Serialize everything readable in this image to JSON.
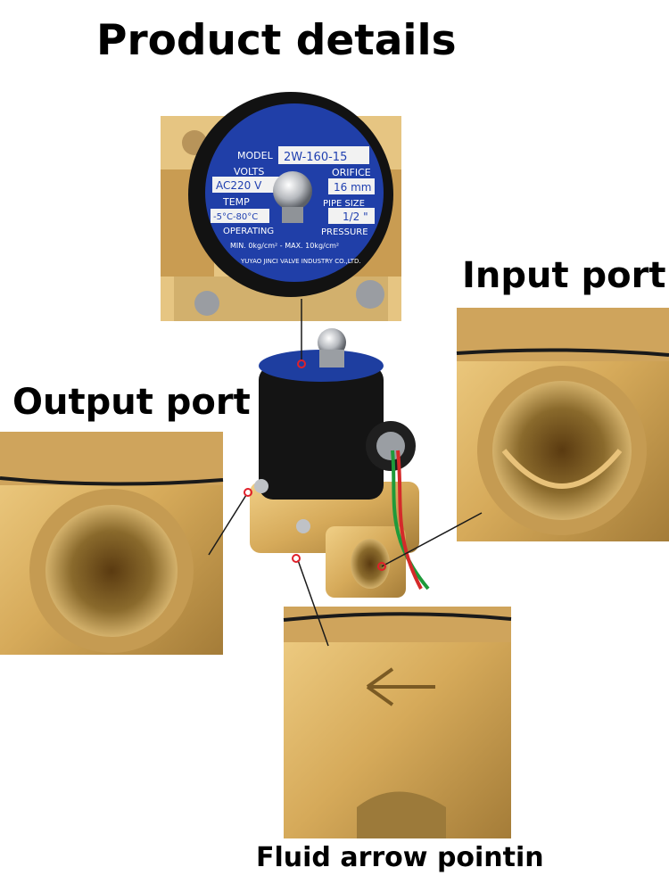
{
  "titles": {
    "main": "Product details",
    "input": "Input port",
    "output": "Output port",
    "fluid": "Fluid arrow pointin"
  },
  "label": {
    "model_key": "MODEL",
    "model_val": "2W-160-15",
    "volts_key": "VOLTS",
    "volts_val": "AC220 V",
    "orifice_key": "ORIFICE",
    "orifice_val": "16 mm",
    "temp_key": "TEMP",
    "temp_val": "-5°C-80°C",
    "pipe_key": "PIPE SIZE",
    "pipe_val": "1/2 \"",
    "operating_key": "OPERATING",
    "pressure_key": "PRESSURE",
    "range": "MIN. 0kg/cm² - MAX. 10kg/cm²",
    "maker": "YUYAO JINCI VALVE INDUSTRY CO.,LTD."
  },
  "colors": {
    "brass": "#d8b064",
    "brass_dark": "#9a7434",
    "label_blue": "#1f3fb0",
    "coil_black": "#141414",
    "marker_red": "#e0202a"
  }
}
